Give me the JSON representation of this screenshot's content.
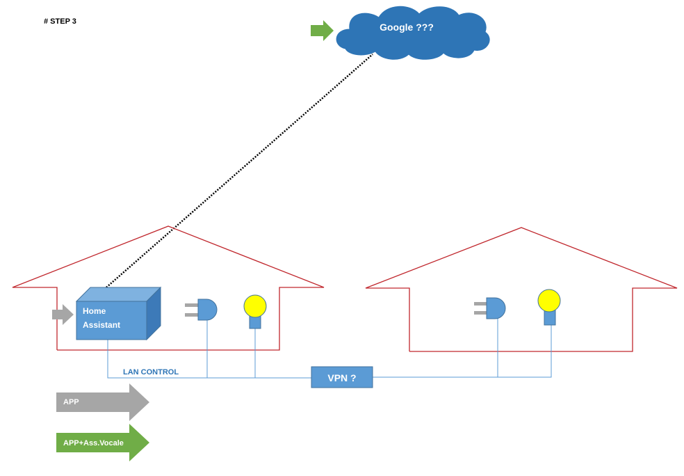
{
  "step_label": "# STEP 3",
  "cloud_label": "Google ???",
  "home_assistant": {
    "line1": "Home",
    "line2": "Assistant"
  },
  "lan_label": "LAN CONTROL",
  "vpn_label": "VPN ?",
  "legend": {
    "app": "APP",
    "app_voice": "APP+Ass.Vocale"
  },
  "colors": {
    "house_outline": "#c0272d",
    "blue_shape": "#5b9bd5",
    "blue_dark": "#41719c",
    "cloud": "#2e75b6",
    "bulb": "#ffff00",
    "green": "#70ad47",
    "gray": "#a6a6a6",
    "lan_line": "#5b9bd5",
    "label_blue": "#2e75b6"
  },
  "icons": {
    "arrow_green": "arrow-right-icon",
    "arrow_gray": "arrow-right-icon",
    "plug": "plug-icon",
    "bulb": "light-bulb-icon",
    "cloud": "cloud-icon"
  }
}
